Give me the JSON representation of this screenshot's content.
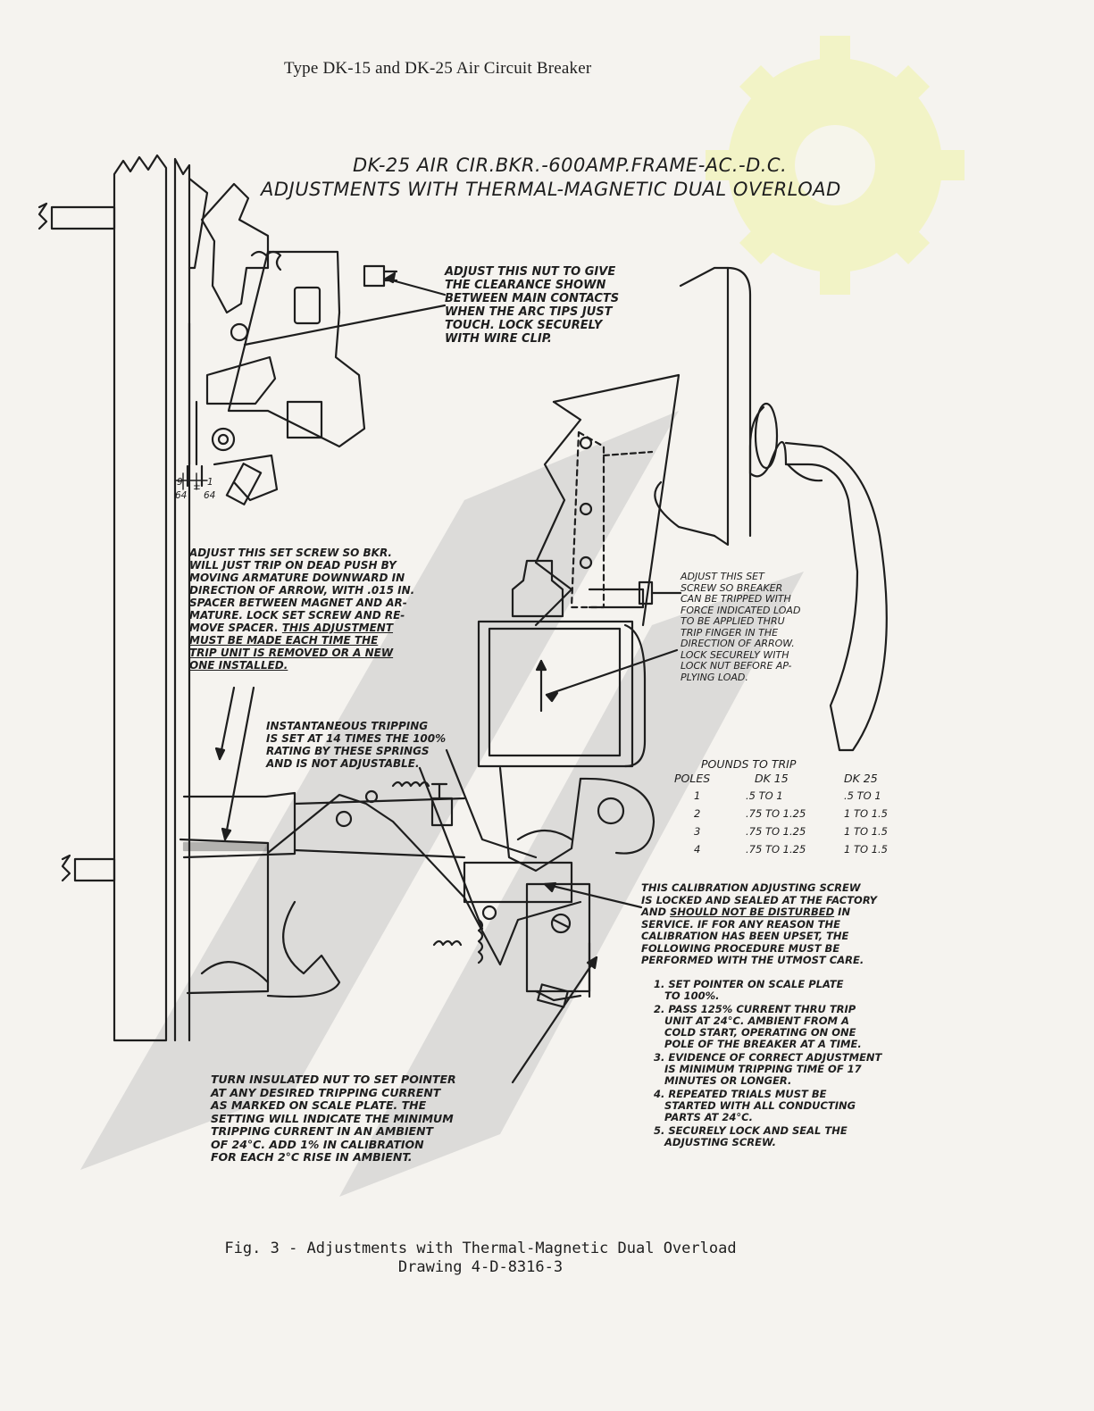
{
  "header": "Type DK-15 and DK-25 Air Circuit Breaker",
  "diagram": {
    "title_line1": "DK-25 AIR CIR.BKR.-600AMP.FRAME-AC.-D.C.",
    "title_line2": "ADJUSTMENTS WITH THERMAL-MAGNETIC DUAL OVERLOAD",
    "clearance_numerator_a": "9",
    "clearance_denominator_a": "64",
    "clearance_plusminus": "±",
    "clearance_numerator_b": "1",
    "clearance_denominator_b": "64",
    "note_nut": "ADJUST THIS NUT TO GIVE\nTHE CLEARANCE SHOWN\nBETWEEN MAIN CONTACTS\nWHEN THE ARC TIPS JUST\nTOUCH. LOCK SECURELY\nWITH WIRE CLIP.",
    "note_setscrew_main": "ADJUST THIS SET SCREW SO BKR.\nWILL JUST TRIP ON DEAD PUSH BY\nMOVING ARMATURE DOWNWARD IN\nDIRECTION OF ARROW, WITH .015 IN.\nSPACER BETWEEN MAGNET AND AR-\nMATURE. LOCK SET SCREW AND RE-\nMOVE SPACER.",
    "note_setscrew_underlined": "THIS ADJUSTMENT\nMUST BE MADE EACH TIME THE\nTRIP UNIT IS REMOVED OR A NEW\nONE INSTALLED.",
    "note_force": "ADJUST THIS SET\nSCREW SO BREAKER\nCAN BE TRIPPED WITH\nFORCE INDICATED LOAD\nTO BE APPLIED THRU\nTRIP FINGER IN THE\nDIRECTION OF ARROW.\nLOCK SECURELY WITH\nLOCK NUT BEFORE AP-\nPLYING LOAD.",
    "note_instantaneous": "INSTANTANEOUS TRIPPING\nIS SET AT 14 TIMES THE 100%\nRATING BY THESE SPRINGS\nAND IS NOT ADJUSTABLE.",
    "note_calibration_intro_a": "THIS CALIBRATION ADJUSTING SCREW\nIS LOCKED AND SEALED AT THE FACTORY\nAND ",
    "note_calibration_underlined": "SHOULD NOT BE DISTURBED",
    "note_calibration_intro_b": " IN\nSERVICE. IF FOR ANY REASON THE\nCALIBRATION HAS BEEN UPSET, THE\nFOLLOWING PROCEDURE MUST BE\nPERFORMED WITH THE UTMOST CARE.",
    "steps": [
      "1. SET POINTER ON SCALE PLATE\n   TO 100%.",
      "2. PASS 125% CURRENT THRU TRIP\n   UNIT AT 24°C. AMBIENT FROM A\n   COLD START, OPERATING ON ONE\n   POLE OF THE BREAKER AT A TIME.",
      "3. EVIDENCE OF CORRECT ADJUSTMENT\n   IS MINIMUM TRIPPING TIME OF 17\n   MINUTES OR LONGER.",
      "4. REPEATED TRIALS MUST BE\n   STARTED WITH ALL CONDUCTING\n   PARTS AT 24°C.",
      "5. SECURELY LOCK AND SEAL THE\n   ADJUSTING SCREW."
    ],
    "note_pointer": "TURN INSULATED NUT TO SET POINTER\nAT ANY DESIRED TRIPPING CURRENT\nAS MARKED ON SCALE PLATE. THE\nSETTING WILL INDICATE THE MINIMUM\nTRIPPING CURRENT IN AN AMBIENT\nOF 24°C. ADD 1% IN CALIBRATION\nFOR EACH 2°C RISE IN AMBIENT.",
    "trip_table": {
      "title": "POUNDS TO TRIP",
      "columns": [
        "POLES",
        "DK 15",
        "DK 25"
      ],
      "rows": [
        [
          "1",
          ".5 TO 1",
          ".5 TO 1"
        ],
        [
          "2",
          ".75 TO 1.25",
          "1 TO 1.5"
        ],
        [
          "3",
          ".75 TO 1.25",
          "1 TO 1.5"
        ],
        [
          "4",
          ".75 TO 1.25",
          "1 TO 1.5"
        ]
      ]
    }
  },
  "caption": {
    "line1": "Fig. 3 - Adjustments with Thermal-Magnetic Dual Overload",
    "line2": "Drawing 4-D-8316-3"
  },
  "colors": {
    "paper": "#f5f3ef",
    "ink": "#1e1e1e",
    "watermark_gray": "#bdbdbd",
    "watermark_yellow": "#f1f3a6"
  }
}
